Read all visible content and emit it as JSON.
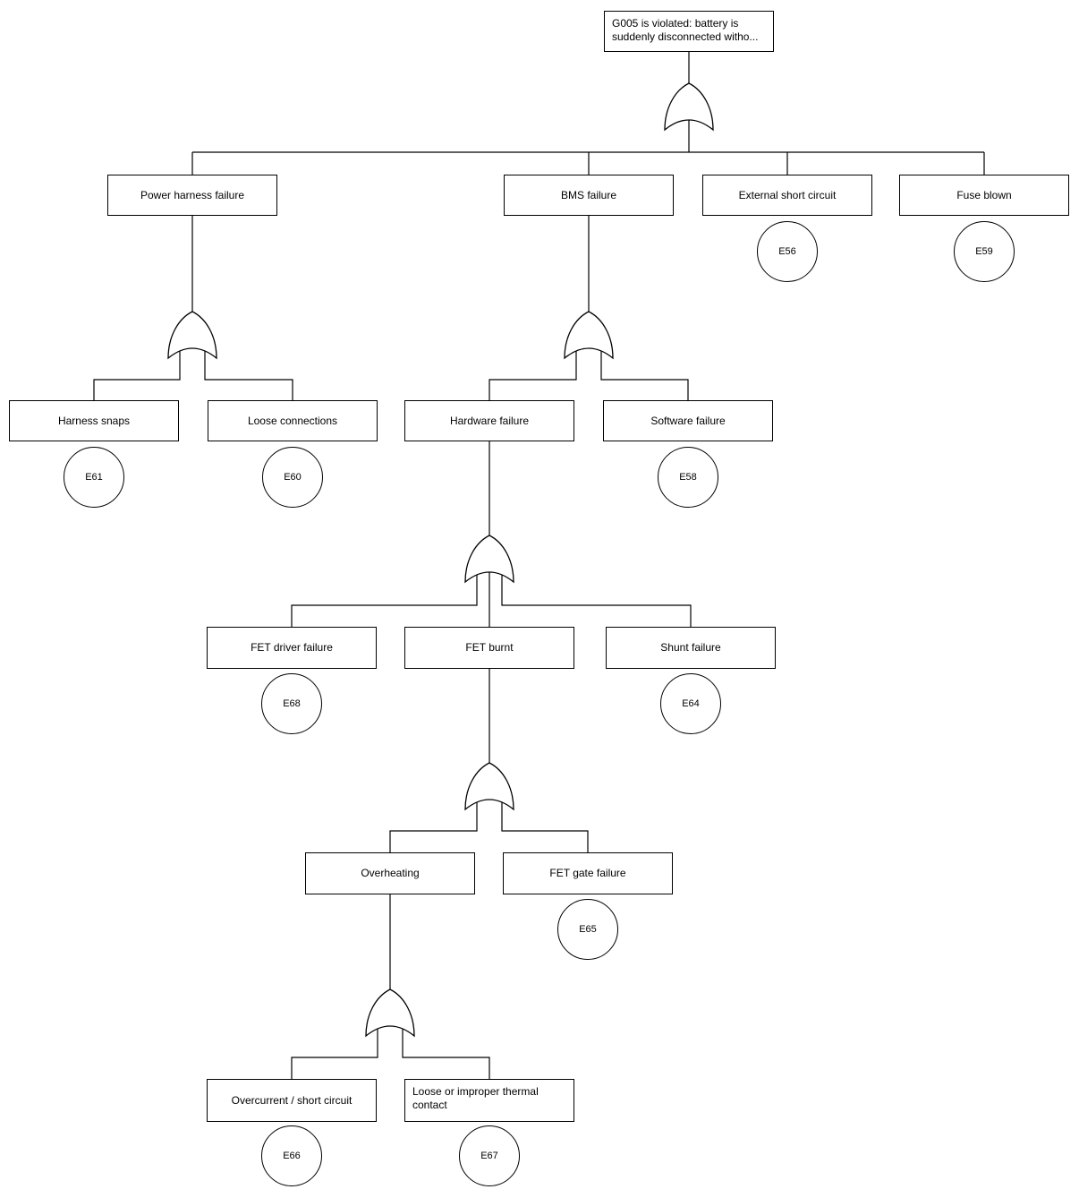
{
  "diagram": {
    "kind": "fault-tree",
    "gate_type_all": "OR"
  },
  "nodes": {
    "root": {
      "label": "G005 is violated: battery is suddenly disconnected witho...",
      "gate": "OR",
      "children": [
        "power_harness",
        "bms",
        "ext_short",
        "fuse"
      ]
    },
    "power_harness": {
      "label": "Power harness failure",
      "gate": "OR",
      "children": [
        "harness_snaps",
        "loose_conn"
      ]
    },
    "bms": {
      "label": "BMS failure",
      "gate": "OR",
      "children": [
        "hardware",
        "software"
      ]
    },
    "ext_short": {
      "label": "External short circuit",
      "event": "E56"
    },
    "fuse": {
      "label": "Fuse blown",
      "event": "E59"
    },
    "harness_snaps": {
      "label": "Harness snaps",
      "event": "E61"
    },
    "loose_conn": {
      "label": "Loose connections",
      "event": "E60"
    },
    "hardware": {
      "label": "Hardware failure",
      "gate": "OR",
      "children": [
        "fet_driver",
        "fet_burnt",
        "shunt"
      ]
    },
    "software": {
      "label": "Software failure",
      "event": "E58"
    },
    "fet_driver": {
      "label": "FET driver failure",
      "event": "E68"
    },
    "fet_burnt": {
      "label": "FET burnt",
      "gate": "OR",
      "children": [
        "overheating",
        "fet_gate"
      ]
    },
    "shunt": {
      "label": "Shunt failure",
      "event": "E64"
    },
    "overheating": {
      "label": "Overheating",
      "gate": "OR",
      "children": [
        "overcurrent",
        "thermal_contact"
      ]
    },
    "fet_gate": {
      "label": "FET gate failure",
      "event": "E65"
    },
    "overcurrent": {
      "label": "Overcurrent / short circuit",
      "event": "E66"
    },
    "thermal_contact": {
      "label": "Loose or improper thermal contact",
      "event": "E67"
    }
  },
  "colors": {
    "line": "#000000",
    "background": "#ffffff",
    "box_border": "#000000"
  }
}
